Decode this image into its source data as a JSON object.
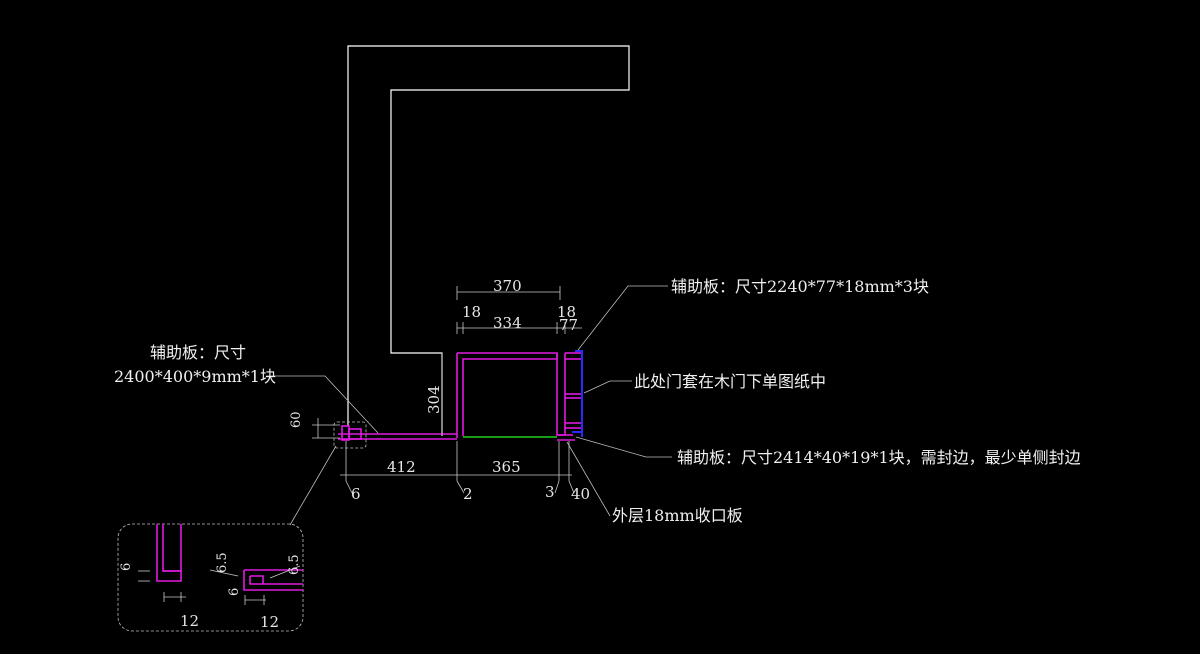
{
  "notes": {
    "top_right": "辅助板：尺寸2240*77*18mm*3块",
    "left_line1": "辅助板：尺寸",
    "left_line2": "2400*400*9mm*1块",
    "middle_right": "此处门套在木门下单图纸中",
    "bottom_right": "辅助板：尺寸2414*40*19*1块，需封边，最少单侧封边",
    "outer_layer": "外层18mm收口板"
  },
  "dimensions": {
    "top_overall": "370",
    "left_18": "18",
    "right_18": "18",
    "inner_334": "334",
    "right_77": "77",
    "height_304": "304",
    "left_60": "60",
    "bottom_412": "412",
    "bottom_365": "365",
    "bottom_6": "6",
    "bottom_2": "2",
    "bottom_3": "3",
    "bottom_40": "40"
  },
  "detail": {
    "dim_6a": "6",
    "dim_6_5a": "6.5",
    "dim_6_5b": "6.5",
    "dim_6b": "6",
    "dim_12a": "12",
    "dim_12b": "12"
  },
  "colors": {
    "background": "#000000",
    "wall": "#ffffff",
    "panel": "#e01ae0",
    "green_edge": "#22d11e",
    "blue_edge": "#2a2aff",
    "dimension": "#c8c8c8"
  }
}
